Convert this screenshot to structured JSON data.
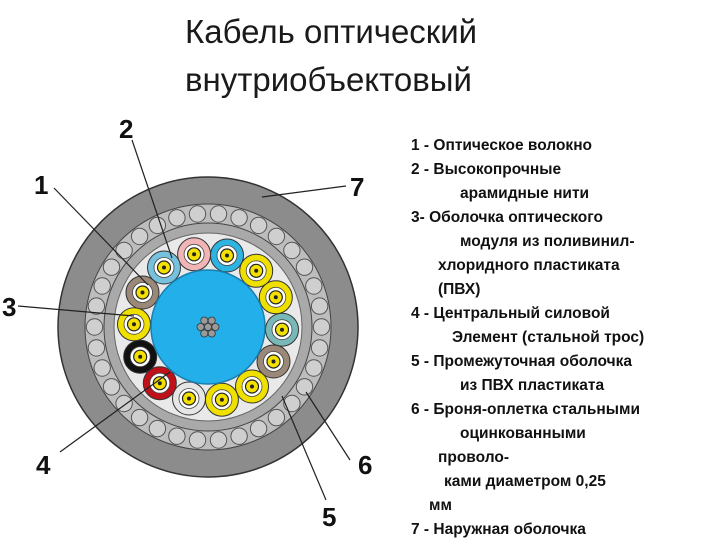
{
  "title": {
    "line1": "Кабель оптический",
    "line2": "внутриобъектовый"
  },
  "callouts": [
    "1",
    "2",
    "3",
    "4",
    "5",
    "6",
    "7"
  ],
  "legend": {
    "lines": [
      "1 - Оптическое волокно",
      "2 - Высокопрочные",
      "арамидные нити",
      "3- Оболочка оптического",
      "модуля из поливинил-",
      "хлоридного пластиката",
      "(ПВХ)",
      "4 - Центральный силовой",
      "Элемент (стальной трос)",
      "5 - Промежуточная оболочка",
      "из ПВХ пластиката",
      "6 - Броня-оплетка стальными",
      "оцинкованными",
      "проволо-",
      "ками диаметром 0,25",
      "мм",
      "7 - Наружная оболочка"
    ]
  },
  "colors": {
    "outer_jacket": "#8c8c8c",
    "intermediate_sheath": "#a9a9a9",
    "armor_wire": "#cfcfcf",
    "aramid": "#e9e9e9",
    "central_element": "#23b0ea",
    "fiber_core": "#f5e100",
    "module_colors": [
      "#f2b5b5",
      "#2eb4e0",
      "#f0e000",
      "#f0e000",
      "#79b8b8",
      "#9a8878",
      "#f0e000",
      "#f0e000",
      "#e6e6e6",
      "#c0101a",
      "#111111",
      "#f0e000",
      "#9a8878",
      "#76c2de"
    ]
  }
}
